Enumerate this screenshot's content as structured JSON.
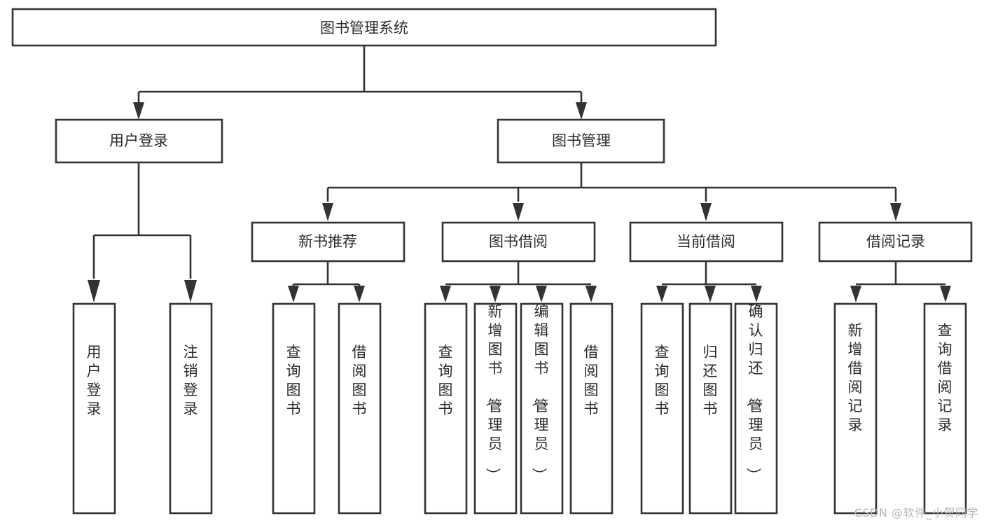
{
  "diagram": {
    "type": "tree-hierarchy",
    "title": "图书管理系统",
    "root": {
      "id": "root",
      "label": "图书管理系统",
      "orientation": "horizontal"
    },
    "level1": [
      {
        "id": "user-login",
        "label": "用户登录",
        "orientation": "horizontal"
      },
      {
        "id": "book-management",
        "label": "图书管理",
        "orientation": "horizontal"
      }
    ],
    "level2": [
      {
        "id": "new-book-recommend",
        "label": "新书推荐",
        "orientation": "horizontal",
        "parent": "book-management"
      },
      {
        "id": "book-borrow",
        "label": "图书借阅",
        "orientation": "horizontal",
        "parent": "book-management"
      },
      {
        "id": "current-borrow",
        "label": "当前借阅",
        "orientation": "horizontal",
        "parent": "book-management"
      },
      {
        "id": "borrow-record",
        "label": "借阅记录",
        "orientation": "horizontal",
        "parent": "book-management"
      }
    ],
    "leaves": [
      {
        "id": "leaf-user-login",
        "label": "用户登录",
        "orientation": "vertical",
        "parent": "user-login"
      },
      {
        "id": "leaf-logout",
        "label": "注销登录",
        "orientation": "vertical",
        "parent": "user-login"
      },
      {
        "id": "leaf-query-book-1",
        "label": "查询图书",
        "orientation": "vertical",
        "parent": "new-book-recommend"
      },
      {
        "id": "leaf-borrow-book-1",
        "label": "借阅图书",
        "orientation": "vertical",
        "parent": "new-book-recommend"
      },
      {
        "id": "leaf-query-book-2",
        "label": "查询图书",
        "orientation": "vertical",
        "parent": "book-borrow"
      },
      {
        "id": "leaf-add-book",
        "label": "新增图书（管理员）",
        "orientation": "vertical",
        "parent": "book-borrow"
      },
      {
        "id": "leaf-edit-book",
        "label": "编辑图书（管理员）",
        "orientation": "vertical",
        "parent": "book-borrow"
      },
      {
        "id": "leaf-borrow-book-2",
        "label": "借阅图书",
        "orientation": "vertical",
        "parent": "book-borrow"
      },
      {
        "id": "leaf-query-book-3",
        "label": "查询图书",
        "orientation": "vertical",
        "parent": "current-borrow"
      },
      {
        "id": "leaf-return-book",
        "label": "归还图书",
        "orientation": "vertical",
        "parent": "current-borrow"
      },
      {
        "id": "leaf-confirm-return",
        "label": "确认归还（管理员）",
        "orientation": "vertical",
        "parent": "current-borrow"
      },
      {
        "id": "leaf-add-record",
        "label": "新增借阅记录",
        "orientation": "vertical",
        "parent": "borrow-record"
      },
      {
        "id": "leaf-query-record",
        "label": "查询借阅记录",
        "orientation": "vertical",
        "parent": "borrow-record"
      }
    ],
    "colors": {
      "box_fill": "#ffffff",
      "box_stroke": "#333333",
      "text": "#2b2b2b",
      "background": "#ffffff",
      "watermark": "#b6b6b6"
    }
  },
  "watermark": {
    "text": "CSDN @软件_小贺同学"
  }
}
